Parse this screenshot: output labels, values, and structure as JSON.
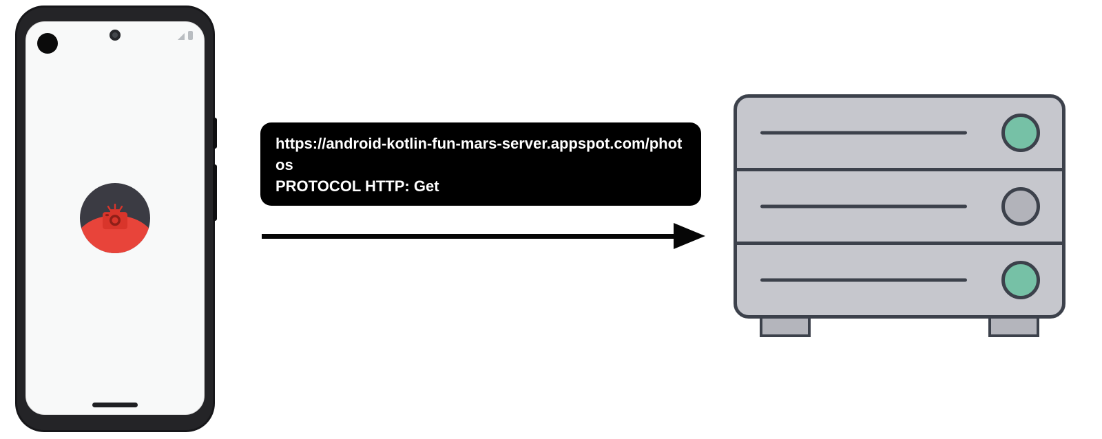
{
  "request": {
    "url": "https://android-kotlin-fun-mars-server.appspot.com/photos",
    "protocol": "PROTOCOL HTTP: Get",
    "bg_color": "#000000",
    "text_color": "#ffffff"
  },
  "arrow": {
    "direction": "right",
    "color": "#060606"
  },
  "phone": {
    "frame_color": "#242427",
    "screen_color": "#f8f9f9",
    "app_icon": {
      "name": "mars-photos-app",
      "background_color": "#3b3b43",
      "planet_color": "#e8443a",
      "camera_color": "#d9352b"
    }
  },
  "server": {
    "body_color": "#c6c7cd",
    "outline_color": "#3c414b",
    "leds": [
      {
        "position": "top",
        "color": "#76c1a6"
      },
      {
        "position": "middle",
        "color": "#b2b3ba"
      },
      {
        "position": "bottom",
        "color": "#76c1a6"
      }
    ]
  }
}
